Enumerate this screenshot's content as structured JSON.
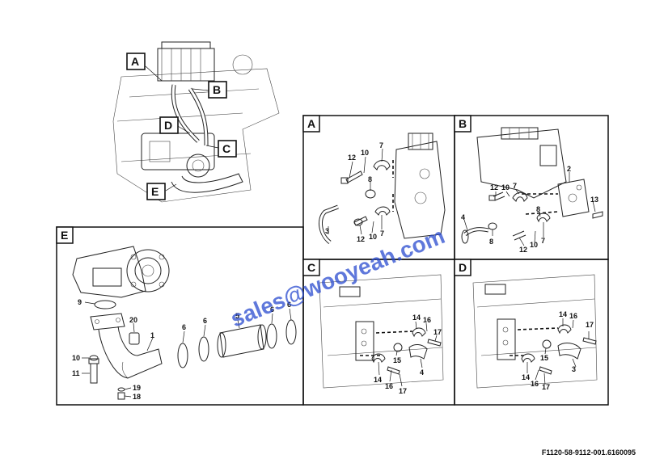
{
  "overview": {
    "callouts": [
      "A",
      "B",
      "C",
      "D",
      "E"
    ]
  },
  "panels": {
    "A": {
      "letter": "A",
      "labels": [
        "12",
        "10",
        "7",
        "8",
        "3",
        "12",
        "10",
        "7"
      ]
    },
    "B": {
      "letter": "B",
      "labels": [
        "2",
        "12",
        "10",
        "7",
        "13",
        "4",
        "8",
        "12",
        "10",
        "7",
        "8"
      ]
    },
    "C": {
      "letter": "C",
      "labels": [
        "14",
        "16",
        "15",
        "17",
        "14",
        "16",
        "17",
        "4"
      ]
    },
    "D": {
      "letter": "D",
      "labels": [
        "14",
        "16",
        "15",
        "17",
        "14",
        "16",
        "17",
        "3"
      ]
    },
    "E": {
      "letter": "E",
      "labels": [
        "9",
        "20",
        "1",
        "6",
        "6",
        "5",
        "6",
        "6",
        "10",
        "11",
        "19",
        "18"
      ]
    }
  },
  "watermark": "sales@wooyeah.com",
  "footer_code": "F1120-58-9112-001.6160095"
}
